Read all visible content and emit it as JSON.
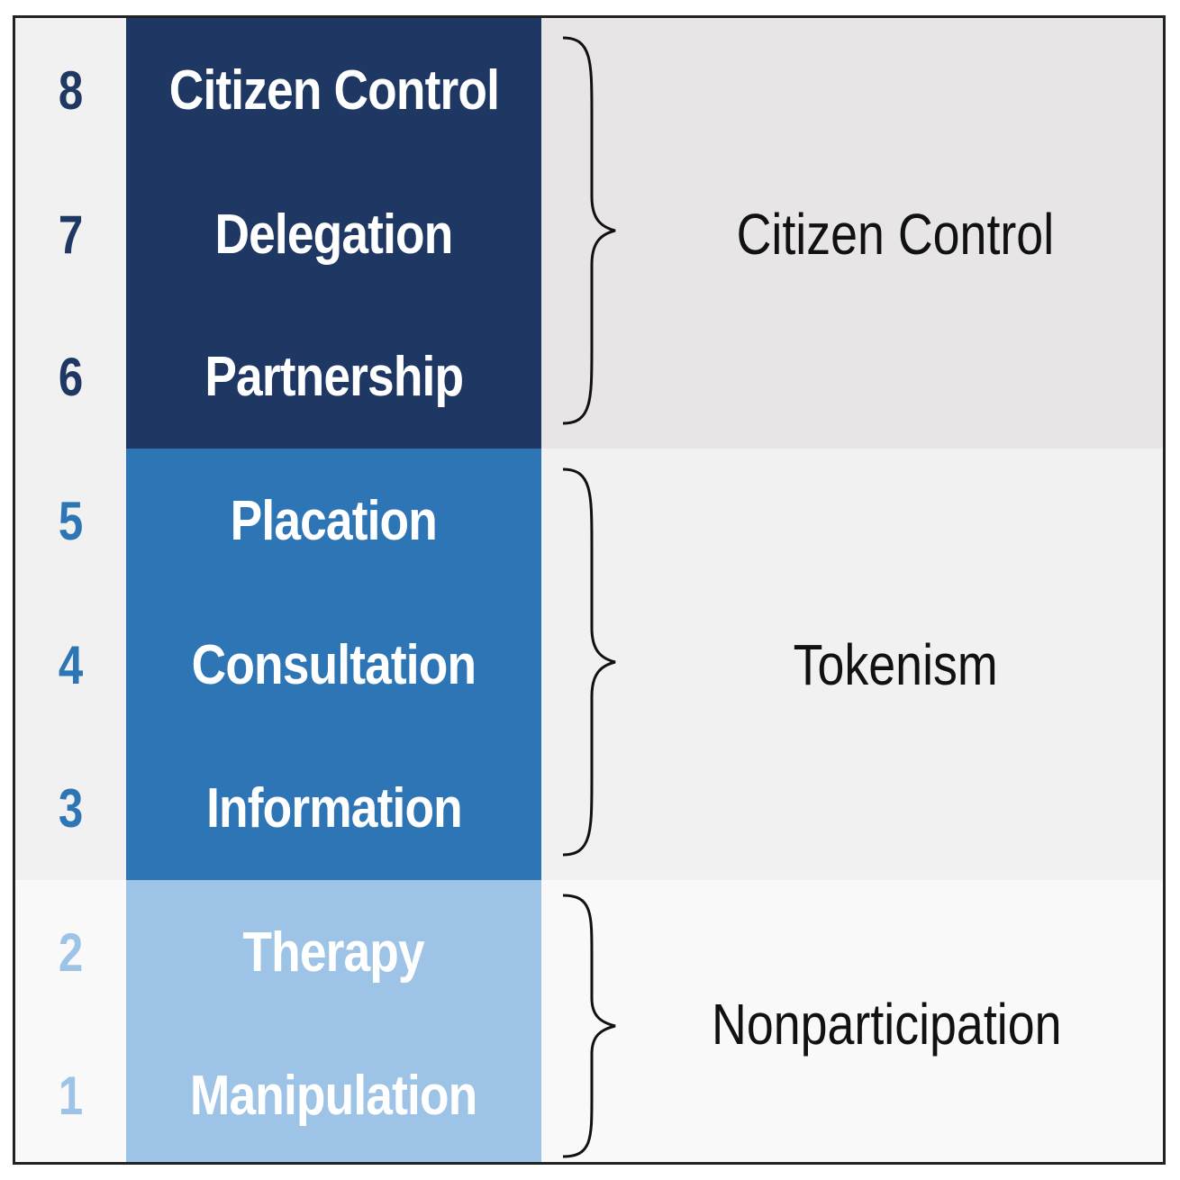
{
  "rungs": [
    {
      "number": "8",
      "label": "Citizen Control"
    },
    {
      "number": "7",
      "label": "Delegation"
    },
    {
      "number": "6",
      "label": "Partnership"
    },
    {
      "number": "5",
      "label": "Placation"
    },
    {
      "number": "4",
      "label": "Consultation"
    },
    {
      "number": "3",
      "label": "Information"
    },
    {
      "number": "2",
      "label": "Therapy"
    },
    {
      "number": "1",
      "label": "Manipulation"
    }
  ],
  "groups": [
    {
      "label": "Citizen Control"
    },
    {
      "label": "Tokenism"
    },
    {
      "label": "Nonparticipation"
    }
  ],
  "colors": {
    "citizen_control_band": "#1f3763",
    "tokenism_band": "#2e75b6",
    "nonparticipation_band": "#9dc3e6",
    "citizen_control_bg": "#e7e5e6",
    "tokenism_bg": "#f1f1f1",
    "nonparticipation_bg": "#f9f9f9",
    "left_bg_top": "#f1f1f1",
    "left_bg_mid": "#f1f1f1",
    "left_bg_bottom": "#f9f9f9"
  }
}
